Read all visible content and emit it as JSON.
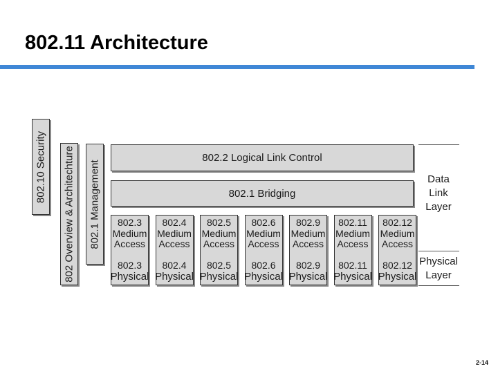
{
  "slide": {
    "title": "802.11 Architecture",
    "page_number": "2-14"
  },
  "diagram": {
    "vertical_labels": {
      "security": "802.10 Security",
      "overview": "802 Overview & Architechture",
      "management": "802.1 Management"
    },
    "llc": "802.2 Logical Link Control",
    "bridging": "802.1 Bridging",
    "columns": [
      {
        "mac_std": "802.3",
        "mac_l1": "Medium",
        "mac_l2": "Access",
        "phy_std": "802.3",
        "phy_label": "Physical"
      },
      {
        "mac_std": "802.4",
        "mac_l1": "Medium",
        "mac_l2": "Access",
        "phy_std": "802.4",
        "phy_label": "Physical"
      },
      {
        "mac_std": "802.5",
        "mac_l1": "Medium",
        "mac_l2": "Access",
        "phy_std": "802.5",
        "phy_label": "Physical"
      },
      {
        "mac_std": "802.6",
        "mac_l1": "Medium",
        "mac_l2": "Access",
        "phy_std": "802.6",
        "phy_label": "Physical"
      },
      {
        "mac_std": "802.9",
        "mac_l1": "Medium",
        "mac_l2": "Access",
        "phy_std": "802.9",
        "phy_label": "Physical"
      },
      {
        "mac_std": "802.11",
        "mac_l1": "Medium",
        "mac_l2": "Access",
        "phy_std": "802.11",
        "phy_label": "Physical"
      },
      {
        "mac_std": "802.12",
        "mac_l1": "Medium",
        "mac_l2": "Access",
        "phy_std": "802.12",
        "phy_label": "Physical"
      }
    ],
    "layer_labels": {
      "data_link": [
        "Data",
        "Link",
        "Layer"
      ],
      "physical": [
        "Physical",
        "Layer"
      ]
    }
  }
}
